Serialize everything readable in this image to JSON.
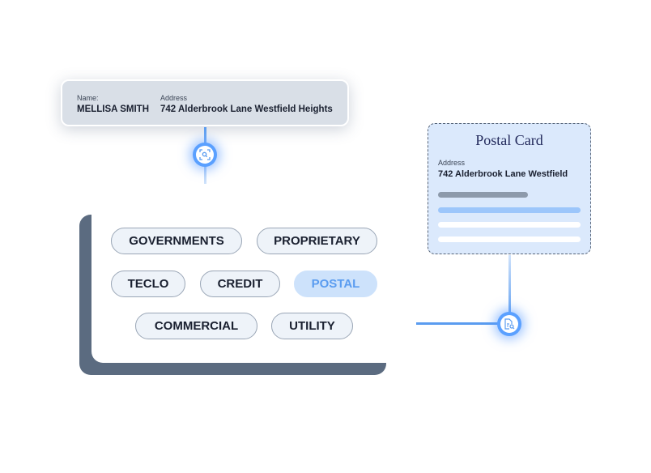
{
  "id_card": {
    "name_label": "Name:",
    "name_value": "MELLISA SMITH",
    "address_label": "Address",
    "address_value": "742 Alderbrook Lane Westfield Heights"
  },
  "categories": [
    {
      "label": "GOVERNMENTS",
      "active": false
    },
    {
      "label": "PROPRIETARY",
      "active": false
    },
    {
      "label": "TECLO",
      "active": false
    },
    {
      "label": "CREDIT",
      "active": false
    },
    {
      "label": "POSTAL",
      "active": true
    },
    {
      "label": "COMMERCIAL",
      "active": false
    },
    {
      "label": "UTILITY",
      "active": false
    }
  ],
  "postal_card": {
    "title": "Postal Card",
    "address_label": "Address",
    "address_value": "742 Alderbrook Lane Westfield"
  },
  "icons": {
    "top_node": "scan-icon",
    "bottom_node": "document-search-icon"
  },
  "colors": {
    "accent": "#5a9cf0",
    "frame": "#5b6b80",
    "active_pill": "#cde2fb"
  }
}
